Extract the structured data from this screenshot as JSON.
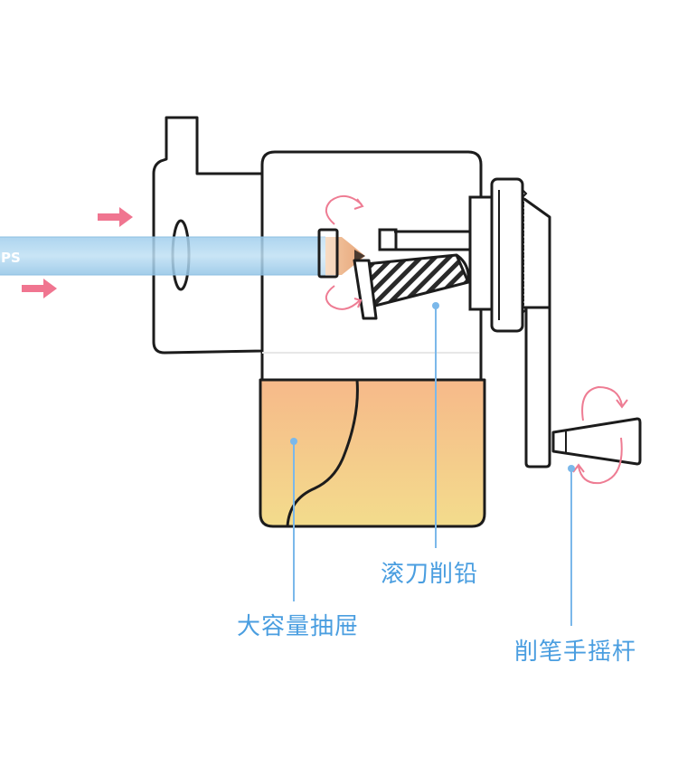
{
  "labels": {
    "drawer": "大容量抽屉",
    "blade": "滚刀削铅",
    "crank": "削笔手摇杆"
  },
  "pencil_brand_fragment": "PS",
  "colors": {
    "outline": "#1c1c1c",
    "callout_text": "#4a9ee0",
    "leader_line": "#7bb8ea",
    "pencil_blue": "#a9d3ee",
    "arrow_pink": "#f07590",
    "rotation_pink": "#ee7c93",
    "drawer_top": "#f6b98a",
    "drawer_bottom": "#f3d788"
  },
  "icons": [
    "feed-arrow-icon",
    "rotation-arrow-icon"
  ]
}
